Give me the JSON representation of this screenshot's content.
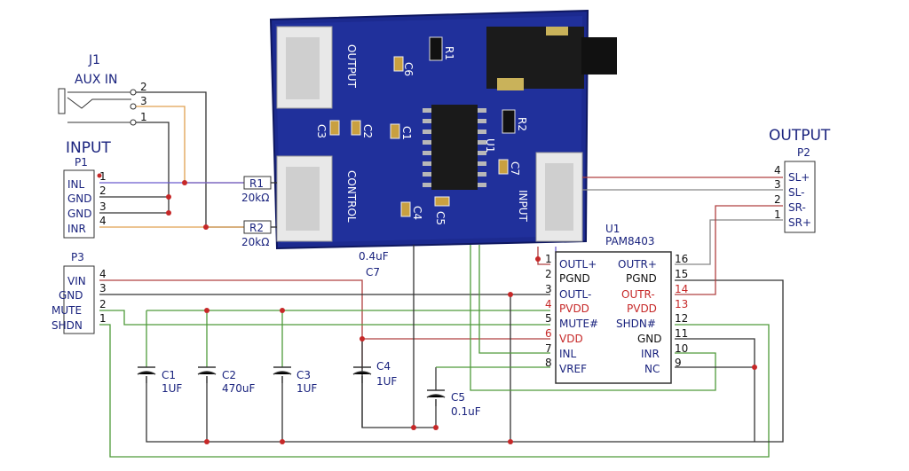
{
  "labels": {
    "input_title": "INPUT",
    "output_title": "OUTPUT",
    "j1_ref": "J1",
    "j1_value": "AUX IN",
    "p1_ref": "P1",
    "p2_ref": "P2",
    "p3_ref": "P3",
    "u1_ref": "U1",
    "u1_value": "PAM8403",
    "r1_ref": "R1",
    "r1_value": "20kΩ",
    "r2_ref": "R2",
    "r2_value": "20kΩ",
    "c1_ref": "C1",
    "c1_value": "1UF",
    "c2_ref": "C2",
    "c2_value": "470uF",
    "c3_ref": "C3",
    "c3_value": "1UF",
    "c4_ref": "C4",
    "c4_value": "1UF",
    "c5_ref": "C5",
    "c5_value": "0.1uF",
    "c7_ref": "C7",
    "c7_value": "0.4uF"
  },
  "j1_pins": [
    "2",
    "3",
    "1"
  ],
  "p1_pins": [
    {
      "num": "1",
      "name": "INL"
    },
    {
      "num": "2",
      "name": "GND"
    },
    {
      "num": "3",
      "name": "GND"
    },
    {
      "num": "4",
      "name": "INR"
    }
  ],
  "p2_pins": [
    {
      "num": "4",
      "name": "SL+"
    },
    {
      "num": "3",
      "name": "SL-"
    },
    {
      "num": "2",
      "name": "SR-"
    },
    {
      "num": "1",
      "name": "SR+"
    }
  ],
  "p3_pins": [
    {
      "num": "4",
      "name": "VIN"
    },
    {
      "num": "3",
      "name": "GND"
    },
    {
      "num": "2",
      "name": "MUTE"
    },
    {
      "num": "1",
      "name": "SHDN"
    }
  ],
  "u1_left_pins": [
    {
      "num": "1",
      "name": "OUTL+"
    },
    {
      "num": "2",
      "name": "PGND"
    },
    {
      "num": "3",
      "name": "OUTL-"
    },
    {
      "num": "4",
      "name": "PVDD"
    },
    {
      "num": "5",
      "name": "MUTE#"
    },
    {
      "num": "6",
      "name": "VDD"
    },
    {
      "num": "7",
      "name": "INL"
    },
    {
      "num": "8",
      "name": "VREF"
    }
  ],
  "u1_right_pins": [
    {
      "num": "16",
      "name": "OUTR+"
    },
    {
      "num": "15",
      "name": "PGND"
    },
    {
      "num": "14",
      "name": "OUTR-"
    },
    {
      "num": "13",
      "name": "PVDD"
    },
    {
      "num": "12",
      "name": "SHDN#"
    },
    {
      "num": "11",
      "name": "GND"
    },
    {
      "num": "10",
      "name": "INR"
    },
    {
      "num": "9",
      "name": "NC"
    }
  ],
  "pcb_silkscreen": {
    "output": "OUTPUT",
    "control": "CONTROL",
    "input": "INPUT",
    "r1": "R1",
    "r2": "R2",
    "c1": "C1",
    "c2": "C2",
    "c3": "C3",
    "c4": "C4",
    "c5": "C5",
    "c6": "C6",
    "c7": "C7",
    "u1": "U1"
  },
  "colors": {
    "pcb": "#1c2a8f",
    "ink": "#1a237e",
    "wire_dark": "#333333",
    "wire_purple": "#6a5acd",
    "wire_orange": "#e0a050",
    "wire_red": "#b04040",
    "wire_green": "#4f9a3a",
    "junction": "#c62828"
  }
}
